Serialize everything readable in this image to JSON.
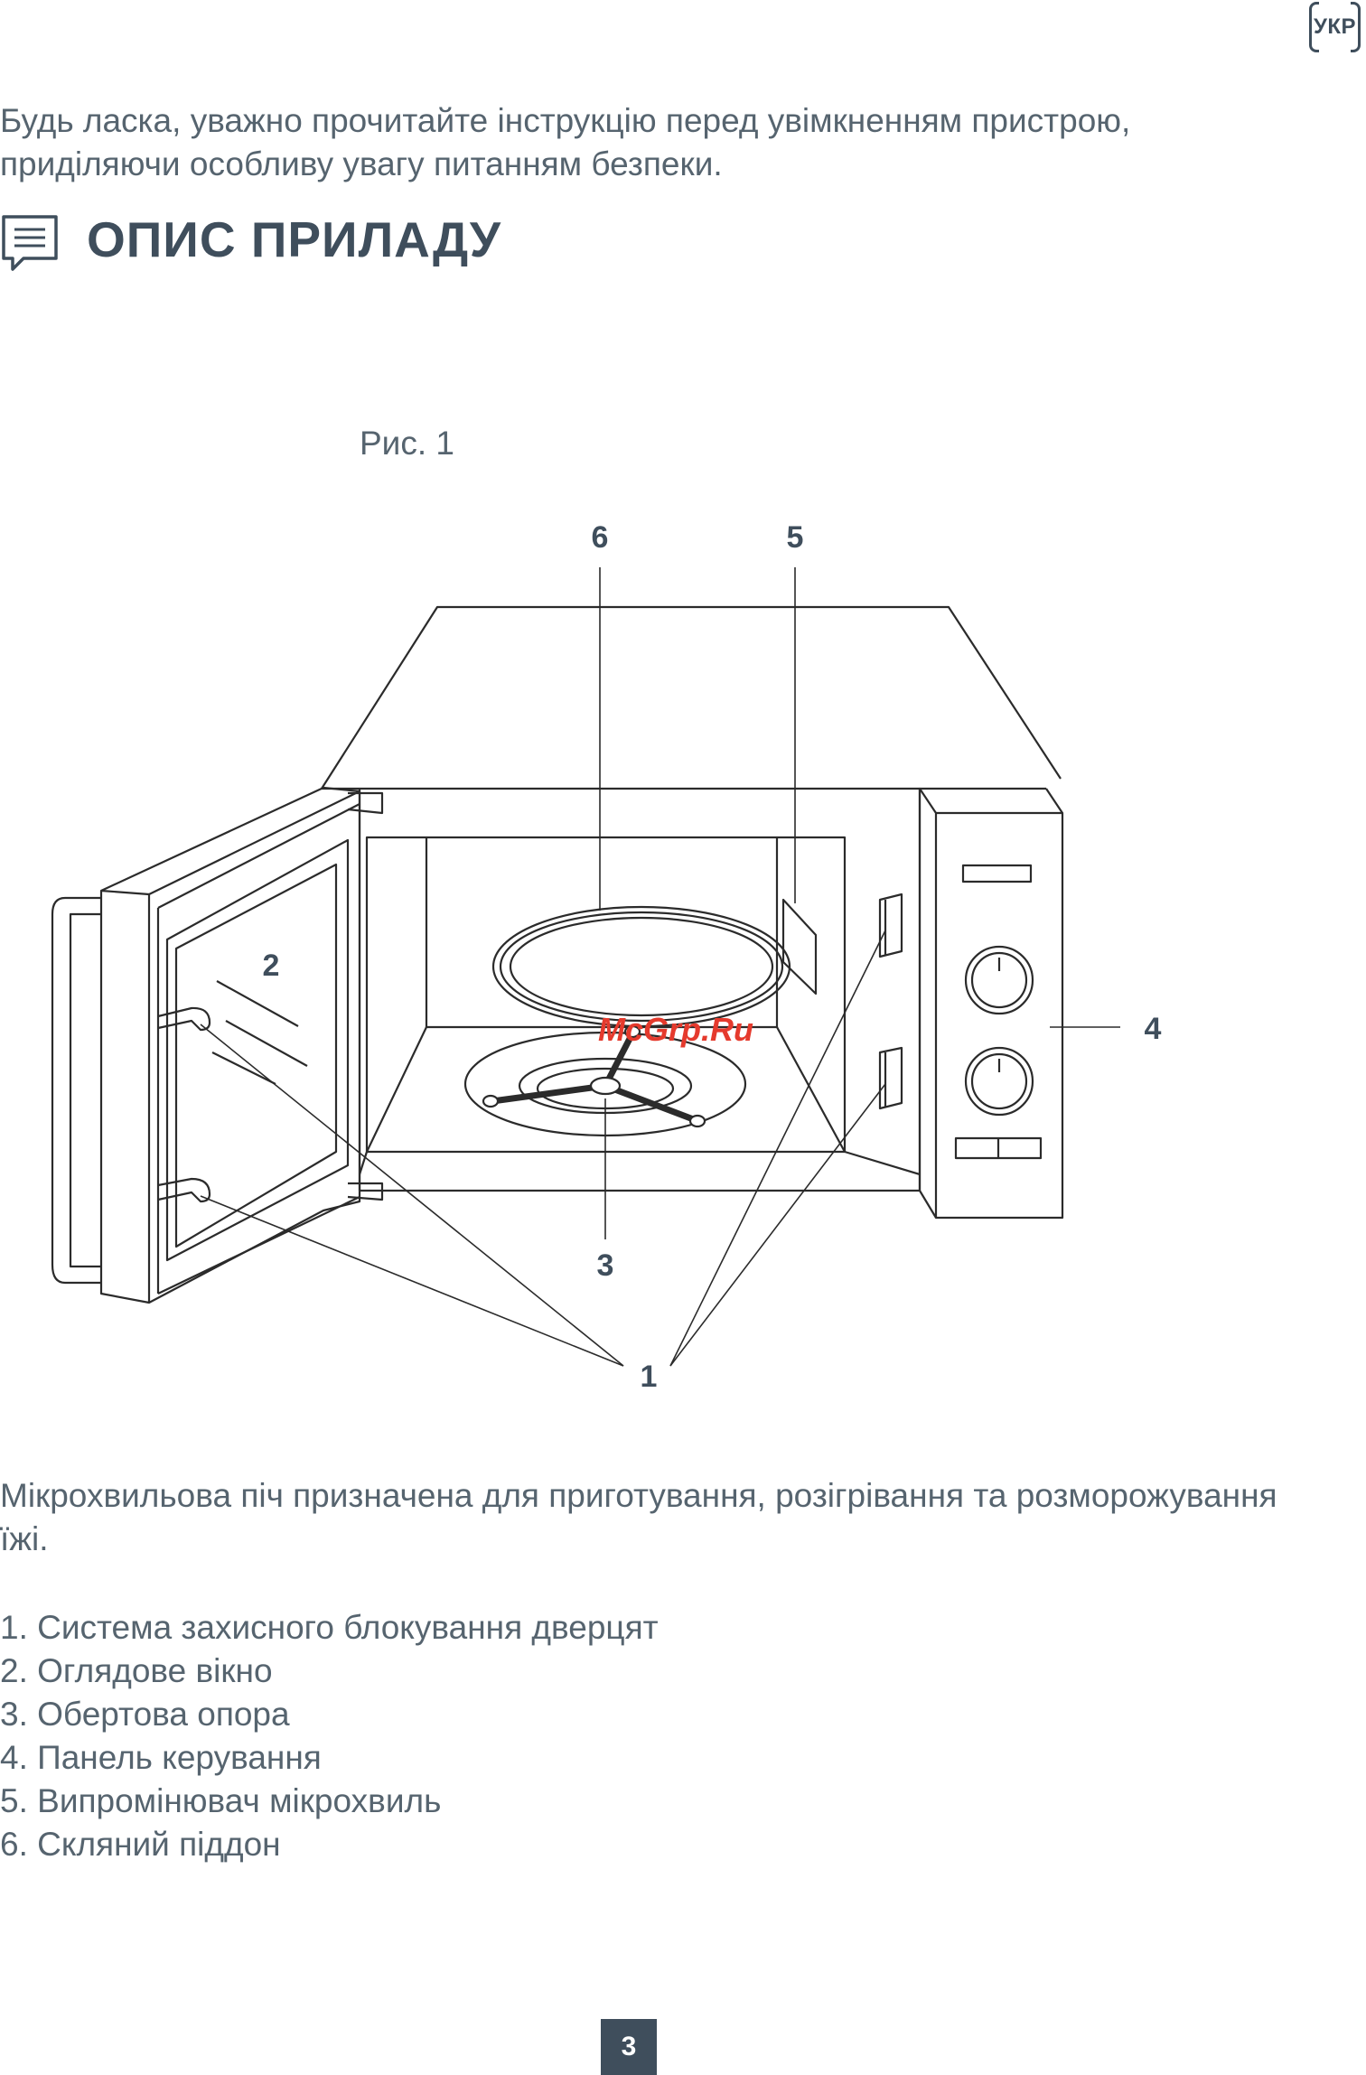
{
  "header": {
    "lang_badge": "УКР"
  },
  "intro_text": "Будь ласка, уважно прочитайте інструкцію перед увімкненням пристрою, приділяючи особливу увагу питанням безпеки.",
  "section": {
    "icon": "document-lines-icon",
    "title": "ОПИС ПРИЛАДУ"
  },
  "figure": {
    "caption": "Рис. 1",
    "callouts": [
      "1",
      "2",
      "3",
      "4",
      "5",
      "6"
    ],
    "watermark": "McGrp.Ru"
  },
  "description": "Мікрохвильова піч призначена для приготування, розігрівання та розморожування їжі.",
  "parts": [
    "1. Система захисного блокування дверцят",
    "2. Оглядове вікно",
    "3. Обертова опора",
    "4. Панель керування",
    "5. Випромінювач мікрохвиль",
    "6. Скляний піддон"
  ],
  "page_number": "3",
  "colors": {
    "heading": "#3f4e5c",
    "body_text": "#56646f",
    "watermark": "#e53a2d"
  }
}
